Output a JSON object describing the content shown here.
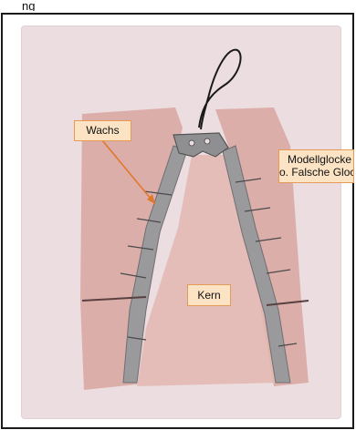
{
  "top_fragment": "ng",
  "labels": {
    "wachs": "Wachs",
    "kern": "Kern",
    "modellglocke_line1": "Modellglocke",
    "modellglocke_line2": "o. Falsche Glock"
  },
  "colors": {
    "panel_bg": "#ecdde0",
    "mold_red": "#d9a6a0",
    "wax_gray": "#9a9a9c",
    "label_fill": "#fbe3c4",
    "label_border": "#e59a55",
    "arrow": "#e0782c"
  }
}
